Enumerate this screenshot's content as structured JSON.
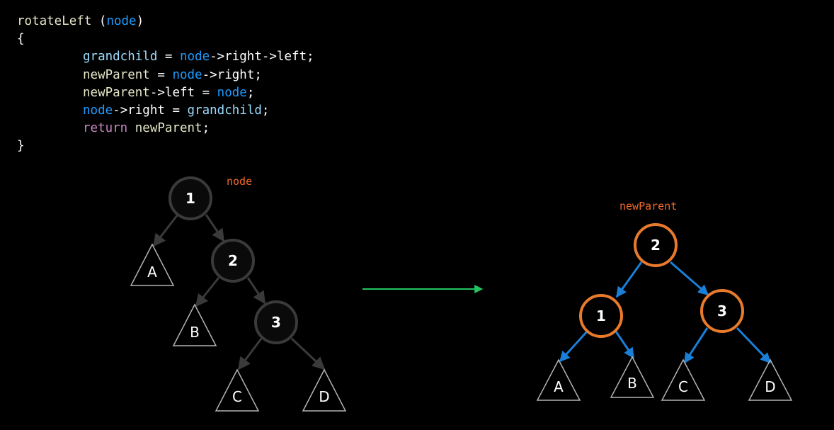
{
  "code": {
    "lines": [
      [
        {
          "t": "rotateLeft ",
          "c": "fn"
        },
        {
          "t": "(",
          "c": "plain"
        },
        {
          "t": "node",
          "c": "param"
        },
        {
          "t": ")",
          "c": "plain"
        }
      ],
      [
        {
          "t": "{",
          "c": "plain"
        }
      ],
      [
        {
          "t": "grandchild",
          "c": "var"
        },
        {
          "t": " = ",
          "c": "plain"
        },
        {
          "t": "node",
          "c": "param"
        },
        {
          "t": "->",
          "c": "plain"
        },
        {
          "t": "right",
          "c": "plain"
        },
        {
          "t": "->",
          "c": "plain"
        },
        {
          "t": "left",
          "c": "plain"
        },
        {
          "t": ";",
          "c": "plain"
        }
      ],
      [
        {
          "t": "newParent",
          "c": "fn"
        },
        {
          "t": " = ",
          "c": "plain"
        },
        {
          "t": "node",
          "c": "param"
        },
        {
          "t": "->",
          "c": "plain"
        },
        {
          "t": "right",
          "c": "plain"
        },
        {
          "t": ";",
          "c": "plain"
        }
      ],
      [
        {
          "t": "newParent",
          "c": "fn"
        },
        {
          "t": "->",
          "c": "plain"
        },
        {
          "t": "left",
          "c": "plain"
        },
        {
          "t": " = ",
          "c": "plain"
        },
        {
          "t": "node",
          "c": "param"
        },
        {
          "t": ";",
          "c": "plain"
        }
      ],
      [
        {
          "t": "node",
          "c": "param"
        },
        {
          "t": "->",
          "c": "plain"
        },
        {
          "t": "right",
          "c": "plain"
        },
        {
          "t": " = ",
          "c": "plain"
        },
        {
          "t": "grandchild",
          "c": "var"
        },
        {
          "t": ";",
          "c": "plain"
        }
      ],
      [
        {
          "t": "return",
          "c": "kw"
        },
        {
          "t": " newParent",
          "c": "fn"
        },
        {
          "t": ";",
          "c": "plain"
        }
      ],
      [
        {
          "t": "}",
          "c": "plain"
        }
      ]
    ],
    "indented_lines": [
      2,
      3,
      4,
      5,
      6
    ]
  },
  "colors": {
    "background": "#000000",
    "before_stroke": "#3a3a3a",
    "before_fill": "#0a0a0a",
    "leaf_stroke": "#b4b4b4",
    "after_node_stroke": "#e87a2c",
    "after_edge": "#1a7fd8",
    "pointer_label": "#f06a2a",
    "transition_arrow": "#22c55e",
    "label_text": "#ffffff"
  },
  "before_tree": {
    "pointer_label": "node",
    "nodes": [
      "1",
      "2",
      "3"
    ],
    "leaves": [
      "A",
      "B",
      "C",
      "D"
    ]
  },
  "after_tree": {
    "pointer_label": "newParent",
    "nodes": [
      "2",
      "1",
      "3"
    ],
    "leaves": [
      "A",
      "B",
      "C",
      "D"
    ]
  }
}
